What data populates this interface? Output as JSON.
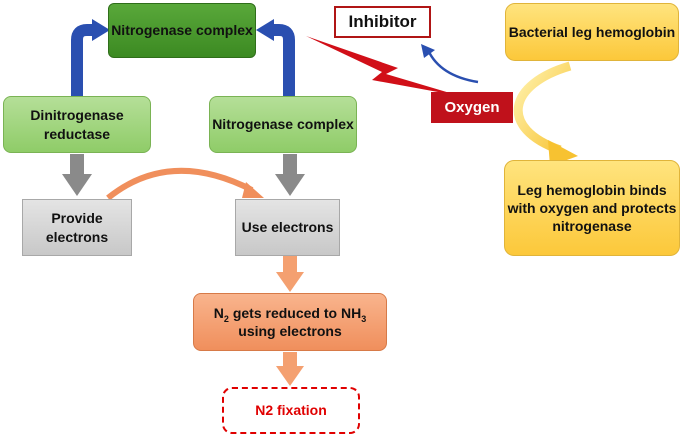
{
  "boxes": {
    "nitrogenase_top": "Nitrogenase complex",
    "dinitrogenase_reductase": "Dinitrogenase reductase",
    "nitrogenase_complex": "Nitrogenase complex",
    "provide_electrons": "Provide electrons",
    "use_electrons": "Use electrons",
    "reduced": {
      "n": "N",
      "sub1": "2",
      "mid": " gets reduced to NH",
      "sub2": "3",
      "end": "using electrons"
    },
    "n2_fixation": "N2 fixation",
    "inhibitor": "Inhibitor",
    "oxygen": "Oxygen",
    "bacterial_leg_hemoglobin": "Bacterial leg hemoglobin",
    "leg_hemoglobin_binds": "Leg hemoglobin binds with oxygen and protects nitrogenase"
  },
  "colors": {
    "blue_arrow": "#2a4fb0",
    "gray_arrow": "#8a8a8a",
    "orange_arrow": "#f08f5c",
    "red_bolt": "#d10f18",
    "yellow_arrow": "#f7c231"
  }
}
